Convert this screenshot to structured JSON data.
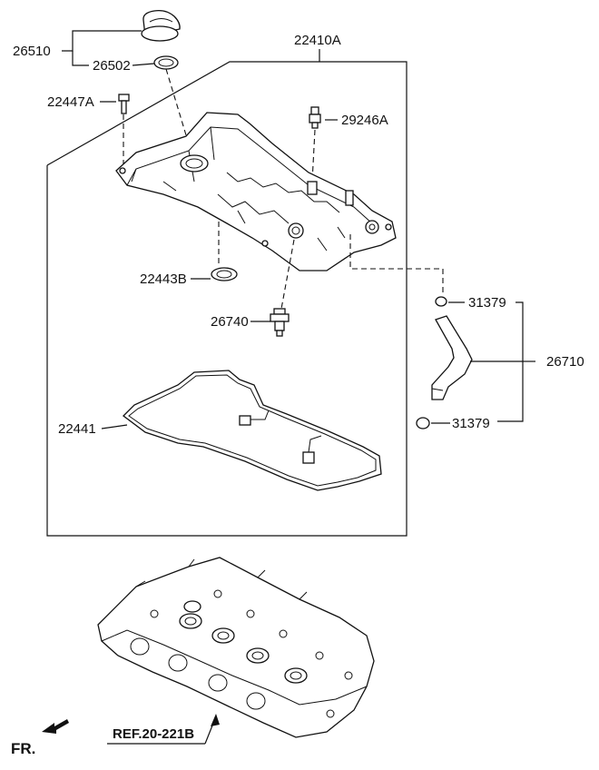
{
  "labels": {
    "oil_cap": "26510",
    "oil_cap_gasket": "26502",
    "cover_assy": "22410A",
    "bolt": "22447A",
    "pcv_fitting": "29246A",
    "seal_ring": "22443B",
    "pcv_valve": "26740",
    "gasket": "22441",
    "clamp_top": "31379",
    "hose": "26710",
    "clamp_bottom": "31379",
    "ref": "REF.20-221B",
    "front": "FR."
  }
}
